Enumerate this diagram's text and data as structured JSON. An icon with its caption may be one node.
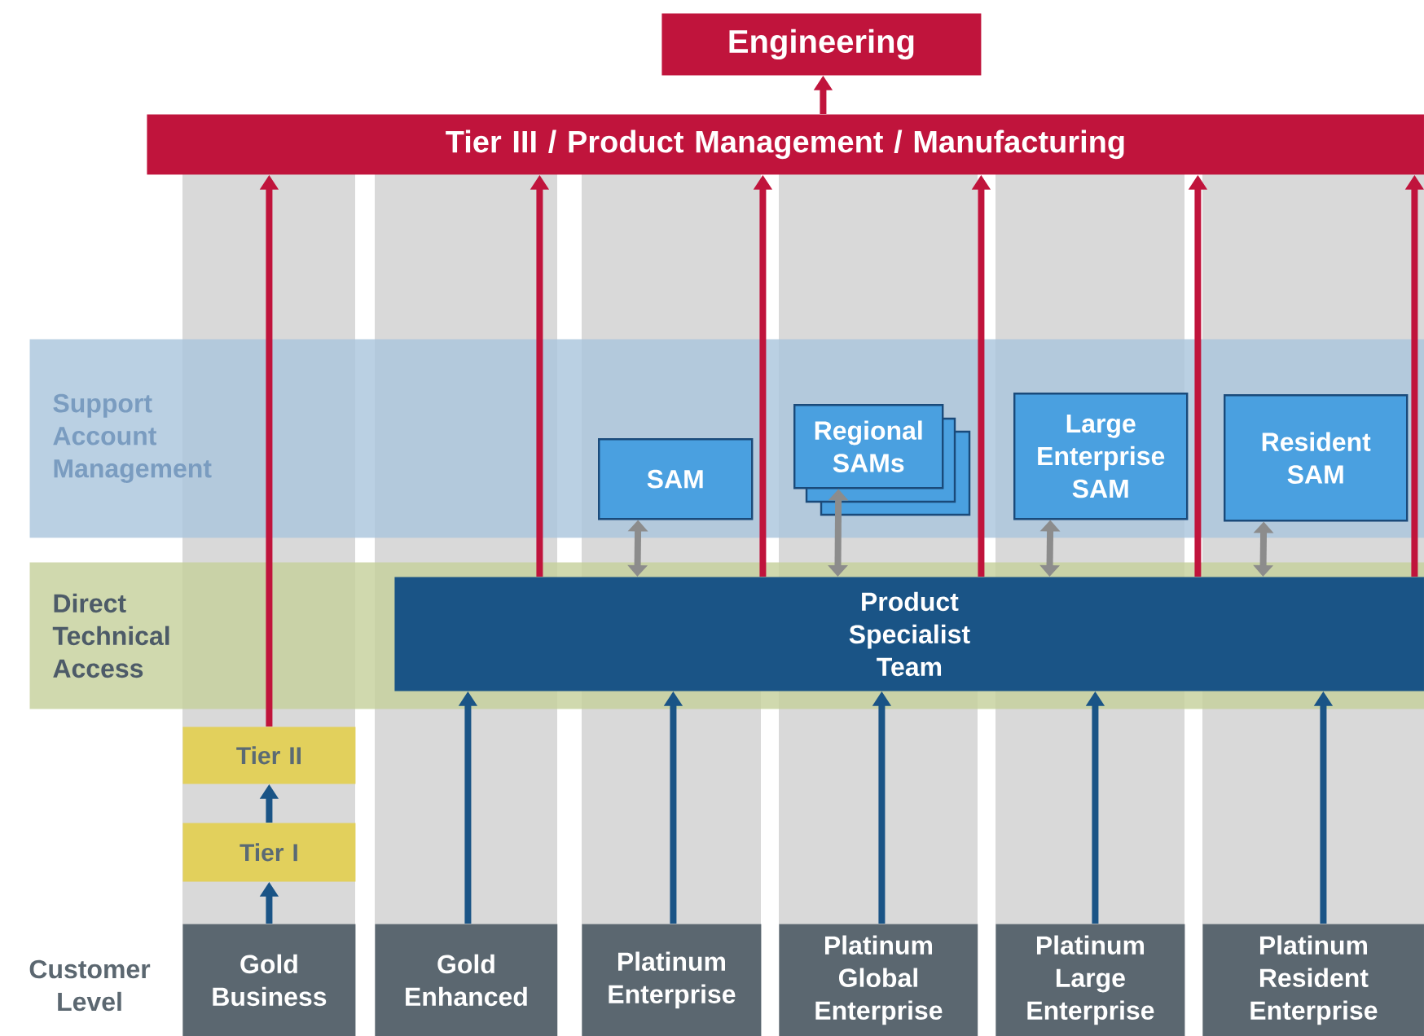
{
  "diagram": {
    "nodes": [
      {
        "text": [
          "Engineering"
        ]
      },
      {
        "text": [
          "Tier III / Product Management / Manufacturing"
        ]
      },
      {
        "text": [
          "Support Account Management"
        ]
      },
      {
        "text": [
          "Direct Technical Access"
        ]
      },
      {
        "text": [
          "SAM"
        ],
        "in": 2
      },
      {
        "text": [
          "Regional SAMs"
        ],
        "in": 2
      },
      {
        "text": [
          "Large Enterprise SAM"
        ],
        "in": 2
      },
      {
        "text": [
          "Resident SAM"
        ],
        "in": 2
      },
      {
        "text": [
          "Product Specialist Team"
        ],
        "in": 3
      },
      {
        "text": [
          "Tier II"
        ]
      },
      {
        "text": [
          "Tier I"
        ]
      },
      {
        "text": [
          "Gold Business"
        ]
      },
      {
        "text": [
          "Gold Enhanced"
        ]
      },
      {
        "text": [
          "Platinum Enterprise"
        ]
      },
      {
        "text": [
          "Platinum Global Enterprise"
        ]
      },
      {
        "text": [
          "Platinum Large Enterprise"
        ]
      },
      {
        "text": [
          "Platinum Resident Enterprise"
        ]
      }
    ],
    "edges": [
      {
        "from": 1,
        "to": 0,
        "arrow": "to",
        "color": "#c0143c"
      },
      {
        "from": 9,
        "to": 1,
        "arrow": "to",
        "color": "#c0143c"
      },
      {
        "from": 8,
        "to": 1,
        "arrow": "to",
        "color": "#c0143c"
      },
      {
        "from": 8,
        "to": 1,
        "arrow": "to",
        "color": "#c0143c"
      },
      {
        "from": 8,
        "to": 1,
        "arrow": "to",
        "color": "#c0143c"
      },
      {
        "from": 8,
        "to": 1,
        "arrow": "to",
        "color": "#c0143c"
      },
      {
        "from": 8,
        "to": 1,
        "arrow": "to",
        "color": "#c0143c"
      },
      {
        "from": 4,
        "to": 8,
        "arrow": "both",
        "color": "#8c8c8c"
      },
      {
        "from": 5,
        "to": 8,
        "arrow": "both",
        "color": "#8c8c8c"
      },
      {
        "from": 6,
        "to": 8,
        "arrow": "both",
        "color": "#8c8c8c"
      },
      {
        "from": 7,
        "to": 8,
        "arrow": "both",
        "color": "#8c8c8c"
      },
      {
        "from": 10,
        "to": 9,
        "arrow": "to",
        "color": "#1a5486"
      },
      {
        "from": 11,
        "to": 10,
        "arrow": "to",
        "color": "#1a5486"
      },
      {
        "from": 12,
        "to": 8,
        "arrow": "to",
        "color": "#1a5486"
      },
      {
        "from": 13,
        "to": 8,
        "arrow": "to",
        "color": "#1a5486"
      },
      {
        "from": 14,
        "to": 8,
        "arrow": "to",
        "color": "#1a5486"
      },
      {
        "from": 15,
        "to": 8,
        "arrow": "to",
        "color": "#1a5486"
      },
      {
        "from": 16,
        "to": 8,
        "arrow": "to",
        "color": "#1a5486"
      }
    ],
    "labels": [
      "Customer Level"
    ]
  }
}
